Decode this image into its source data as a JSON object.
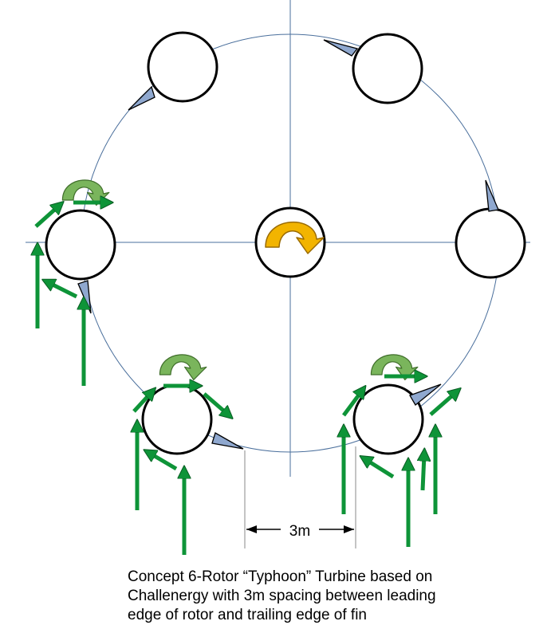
{
  "diagram": {
    "dimension_label": "3m",
    "caption_lines": [
      "Concept 6-Rotor “Typhoon” Turbine based on",
      "Challenergy with 3m spacing between leading",
      "edge of rotor and trailing edge of fin"
    ],
    "colors": {
      "orbit": "#4a6f9c",
      "axes": "#4a6f9c",
      "rotor_stroke": "#000000",
      "fin": "#8fa8cf",
      "wind_arrow": "#0e9438",
      "rotation_arrow_rotor": "#7ab55c",
      "rotation_arrow_center": "#f2b400"
    }
  }
}
